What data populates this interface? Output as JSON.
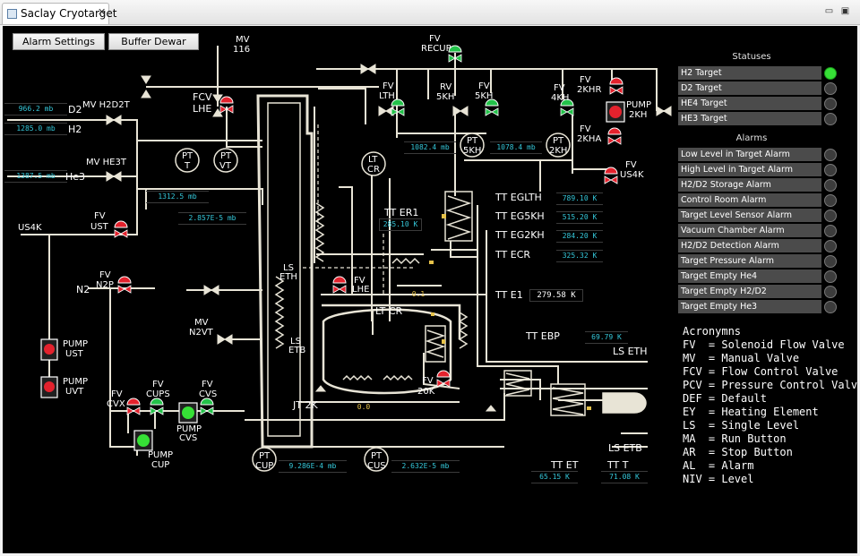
{
  "window": {
    "tab_title": "Saclay Cryotarget",
    "tab_close": "✕",
    "minimize": "▭",
    "maximize": "▣"
  },
  "buttons": {
    "alarm_settings": "Alarm Settings",
    "buffer_dewar": "Buffer Dewar"
  },
  "statuses": {
    "heading": "Statuses",
    "items": [
      {
        "label": "H2 Target",
        "on": true
      },
      {
        "label": "D2 Target",
        "on": false
      },
      {
        "label": "HE4 Target",
        "on": false
      },
      {
        "label": "HE3 Target",
        "on": false
      }
    ]
  },
  "alarms": {
    "heading": "Alarms",
    "items": [
      {
        "label": "Low Level in Target Alarm"
      },
      {
        "label": "High Level in Target Alarm"
      },
      {
        "label": "H2/D2 Storage Alarm"
      },
      {
        "label": "Control Room Alarm"
      },
      {
        "label": "Target Level Sensor Alarm"
      },
      {
        "label": "Vacuum Chamber Alarm"
      },
      {
        "label": "H2/D2 Detection Alarm"
      },
      {
        "label": "Target Pressure Alarm"
      },
      {
        "label": "Target Empty He4"
      },
      {
        "label": "Target Empty H2/D2"
      },
      {
        "label": "Target Empty He3"
      }
    ]
  },
  "acronyms": {
    "heading": "Acronymns",
    "lines": [
      "FV  = Solenoid Flow Valve",
      "MV  = Manual Valve",
      "FCV = Flow Control Valve",
      "PCV = Pressure Control Valve",
      "DEF = Default",
      "EY  = Heating Element",
      "LS  = Single Level",
      "MA  = Run Button",
      "AR  = Stop Button",
      "AL  = Alarm",
      "NIV = Level"
    ]
  },
  "readouts": {
    "d2": "966.2 mb",
    "h2": "1285.0 mb",
    "he3": "1387.5 mb",
    "pt_t": "1312.5 mb",
    "pt_vt": "2.857E-5 mb",
    "pt_lth": "1082.4 mb",
    "pt_5kh": "1078.4 mb",
    "tt_er1": "285.10 K",
    "tt_eglth": "789.10 K",
    "tt_eg5kh": "515.20 K",
    "tt_eg2kh": "284.20 K",
    "tt_ecr": "325.32 K",
    "tt_e1": "279.58 K",
    "tt_ebp": "69.79 K",
    "tt_et": "65.15 K",
    "tt_t": "71.08 K",
    "pt_cup": "9.286E-4 mb",
    "pt_cus": "2.632E-5 mb",
    "lt_cr": "0.1",
    "jt_2k": "0.0"
  },
  "labels": {
    "mv_116": "MV 116",
    "mv_116_a": "MV",
    "mv_116_b": "116",
    "fv_recup_a": "FV",
    "fv_recup_b": "RECUP",
    "fcv_lhe_a": "FCV",
    "fcv_lhe_b": "LHE",
    "d2": "D2",
    "mv_h2d2t": "MV  H2D2T",
    "h2": "H2",
    "mv_he3t": "MV  HE3T",
    "he3": "He3",
    "us4k": "US4K",
    "fv_ust_a": "FV",
    "fv_ust_b": "UST",
    "fv_n2p_a": "FV",
    "fv_n2p_b": "N2P",
    "n2": "N2",
    "mv_n2vt_a": "MV",
    "mv_n2vt_b": "N2VT",
    "pump_ust_a": "PUMP",
    "pump_ust_b": "UST",
    "pump_uvt_a": "PUMP",
    "pump_uvt_b": "UVT",
    "fv_cvx_a": "FV",
    "fv_cvx_b": "CVX",
    "fv_cups_a": "FV",
    "fv_cups_b": "CUPS",
    "fv_cvs_a": "FV",
    "fv_cvs_b": "CVS",
    "pump_cvs_a": "PUMP",
    "pump_cvs_b": "CVS",
    "pump_cup_a": "PUMP",
    "pump_cup_b": "CUP",
    "pt_cup_a": "PT",
    "pt_cup_b": "CUP",
    "pt_cus_a": "PT",
    "pt_cus_b": "CUS",
    "pt_t_a": "PT",
    "pt_t_b": "T",
    "pt_vt_a": "PT",
    "pt_vt_b": "VT",
    "lt_cr_a": "LT",
    "lt_cr_b": "CR",
    "lt_cr_main": "LT CR",
    "ls_eth_small_a": "LS",
    "ls_eth_small_b": "ETH",
    "ls_etb_small_a": "LS",
    "ls_etb_small_b": "ETB",
    "fv_lhe_a": "FV",
    "fv_lhe_b": "LHE",
    "jt_2k": "JT 2K",
    "fv_20k_a": "FV",
    "fv_20k_b": "20K",
    "fv_lth_a": "FV",
    "fv_lth_b": "LTH",
    "rv_5kh_a": "RV",
    "rv_5kh_b": "5KH",
    "fv_5kh_a": "FV",
    "fv_5kh_b": "5KH",
    "fv_4kh_a": "FV",
    "fv_4kh_b": "4KH",
    "fv_2khr_a": "FV",
    "fv_2khr_b": "2KHR",
    "pump_2kh_a": "PUMP",
    "pump_2kh_b": "2KH",
    "fv_2kha_a": "FV",
    "fv_2kha_b": "2KHA",
    "fv_us4k_a": "FV",
    "fv_us4k_b": "US4K",
    "pt_5kh_a": "PT",
    "pt_5kh_b": "5KH",
    "pt_2kh_a": "PT",
    "pt_2kh_b": "2KH",
    "tt_er1": "TT ER1",
    "tt_eglth": "TT  EGLTH",
    "tt_eg5kh": "TT  EG5KH",
    "tt_eg2kh": "TT  EG2KH",
    "tt_ecr": "TT  ECR",
    "tt_e1": "TT  E1",
    "tt_ebp": "TT EBP",
    "ls_eth": "LS ETH",
    "ls_etb": "LS ETB",
    "tt_et": "TT ET",
    "tt_t": "TT T"
  },
  "colors": {
    "background": "#000000",
    "pipe": "#e8e4d6",
    "readout": "#35c7d9",
    "valve_red": "#e3222d",
    "valve_green": "#23c24a",
    "status_on": "#36e036",
    "status_off": "#3c3c3c",
    "row_bg": "#4b4b4b"
  }
}
